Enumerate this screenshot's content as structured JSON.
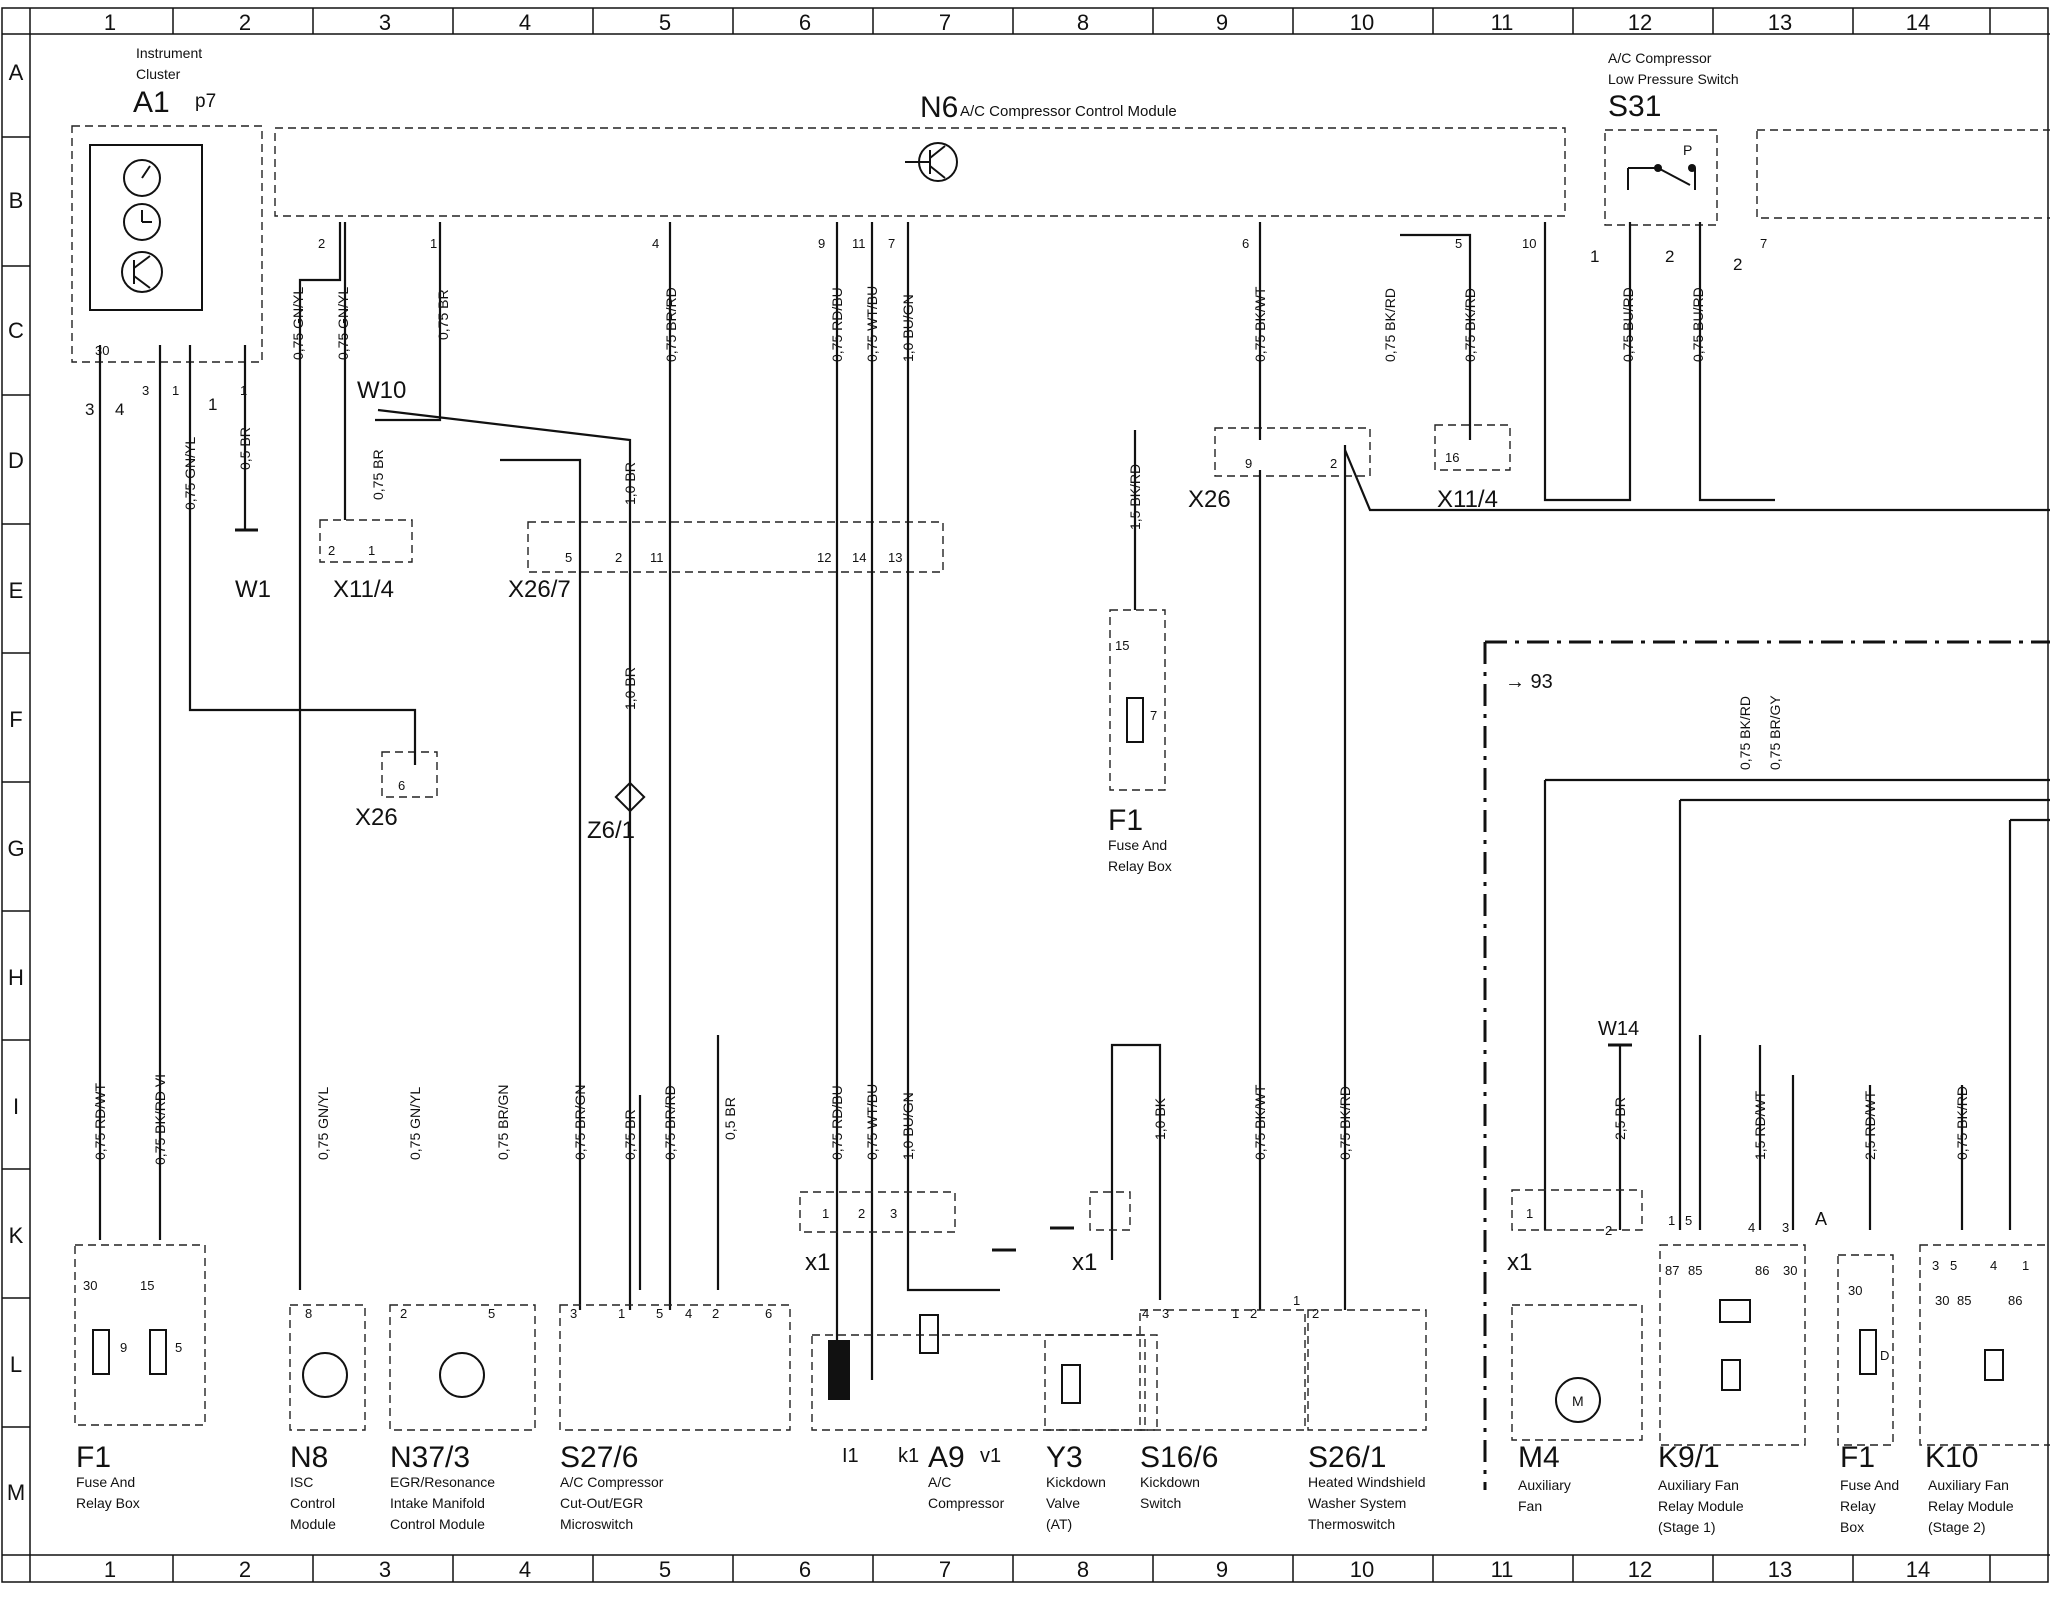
{
  "grid": {
    "columns": [
      "1",
      "2",
      "3",
      "4",
      "5",
      "6",
      "7",
      "8",
      "9",
      "10",
      "11",
      "12",
      "13",
      "14"
    ],
    "rows": [
      "A",
      "B",
      "C",
      "D",
      "E",
      "F",
      "G",
      "H",
      "I",
      "K",
      "L",
      "M"
    ]
  },
  "module": {
    "id": "N6",
    "desc": "A/C Compressor Control Module"
  },
  "header_components": [
    {
      "id": "A1",
      "lines": [
        "Instrument",
        "Cluster"
      ],
      "extra": "p7"
    },
    {
      "id": "S31",
      "lines": [
        "A/C Compressor",
        "Low Pressure Switch"
      ]
    }
  ],
  "connectors": [
    {
      "id": "W10"
    },
    {
      "id": "W1"
    },
    {
      "id": "X11/4"
    },
    {
      "id": "X26/7"
    },
    {
      "id": "X26"
    },
    {
      "id": "X26"
    },
    {
      "id": "Z6/1"
    },
    {
      "id": "X11/4"
    },
    {
      "id": "W14"
    },
    {
      "id": "x1"
    },
    {
      "id": "x1"
    },
    {
      "id": "x1"
    },
    {
      "id": "A"
    },
    {
      "id": "→ 93"
    },
    {
      "id": "F1",
      "lines": [
        "Fuse And",
        "Relay Box"
      ]
    }
  ],
  "bottom_components": [
    {
      "id": "F1",
      "lines": [
        "Fuse And",
        "Relay Box"
      ]
    },
    {
      "id": "N8",
      "lines": [
        "ISC",
        "Control",
        "Module"
      ]
    },
    {
      "id": "N37/3",
      "lines": [
        "EGR/Resonance",
        "Intake Manifold",
        "Control Module"
      ]
    },
    {
      "id": "S27/6",
      "lines": [
        "A/C Compressor",
        "Cut-Out/EGR",
        "Microswitch"
      ]
    },
    {
      "id": "I1",
      "lines": []
    },
    {
      "id": "k1",
      "lines": []
    },
    {
      "id": "A9",
      "lines": [
        "A/C",
        "Compressor"
      ]
    },
    {
      "id": "v1",
      "lines": []
    },
    {
      "id": "Y3",
      "lines": [
        "Kickdown",
        "Valve",
        "(AT)"
      ]
    },
    {
      "id": "S16/6",
      "lines": [
        "Kickdown",
        "Switch"
      ]
    },
    {
      "id": "S26/1",
      "lines": [
        "Heated Windshield",
        "Washer System",
        "Thermoswitch"
      ]
    },
    {
      "id": "M4",
      "lines": [
        "Auxiliary",
        "Fan"
      ]
    },
    {
      "id": "K9/1",
      "lines": [
        "Auxiliary Fan",
        "Relay Module",
        "(Stage 1)"
      ]
    },
    {
      "id": "F1",
      "lines": [
        "Fuse And",
        "Relay",
        "Box"
      ]
    },
    {
      "id": "K10",
      "lines": [
        "Auxiliary Fan",
        "Relay Module",
        "(Stage 2)"
      ]
    }
  ],
  "wires": [
    {
      "label": "0,75 GN/YL"
    },
    {
      "label": "0,75 GN/YL"
    },
    {
      "label": "0,75 BR"
    },
    {
      "label": "0,75 BR/RD"
    },
    {
      "label": "0,75 RD/BU"
    },
    {
      "label": "0,75 WT/BU"
    },
    {
      "label": "1,0 BU/GN"
    },
    {
      "label": "0,75 BK/WT"
    },
    {
      "label": "0,75 BK/RD"
    },
    {
      "label": "0,75 BK/RD"
    },
    {
      "label": "0,75 BU/RD"
    },
    {
      "label": "0,75 BU/RD"
    },
    {
      "label": "0,75 GN/YL"
    },
    {
      "label": "0,5 BR"
    },
    {
      "label": "0,75 BR"
    },
    {
      "label": "1,0 BR"
    },
    {
      "label": "1,0 BR"
    },
    {
      "label": "1,5 BK/RD"
    },
    {
      "label": "0,75 BK/RD"
    },
    {
      "label": "0,75 BR/GY"
    },
    {
      "label": "0,75 RD/WT"
    },
    {
      "label": "0,75 BK/RD VI"
    },
    {
      "label": "0,75 GN/YL"
    },
    {
      "label": "0,75 GN/YL"
    },
    {
      "label": "0,75 BR/GN"
    },
    {
      "label": "0,75 BR/GN"
    },
    {
      "label": "0,75 BR"
    },
    {
      "label": "0,75 BR/RD"
    },
    {
      "label": "0,5 BR"
    },
    {
      "label": "0,75 RD/BU"
    },
    {
      "label": "0,75 WT/BU"
    },
    {
      "label": "1,0 BU/GN"
    },
    {
      "label": "1,0 BK"
    },
    {
      "label": "0,75 BK/WT"
    },
    {
      "label": "0,75 BK/RD"
    },
    {
      "label": "2,5 BR"
    },
    {
      "label": "1,5 RD/WT"
    },
    {
      "label": "2,5 RD/WT"
    },
    {
      "label": "0,75 BK/RD"
    }
  ],
  "pins": [
    "2",
    "1",
    "4",
    "9",
    "11",
    "7",
    "6",
    "5",
    "10",
    "1",
    "2",
    "2",
    "7",
    "30",
    "3",
    "4",
    "3",
    "1",
    "1",
    "1",
    "2",
    "1",
    "5",
    "2",
    "11",
    "12",
    "14",
    "13",
    "9",
    "2",
    "16",
    "15",
    "7",
    "6",
    "30",
    "9",
    "15",
    "5",
    "8",
    "2",
    "5",
    "3",
    "1",
    "5",
    "4",
    "2",
    "6",
    "1",
    "2",
    "3",
    "4",
    "3",
    "1",
    "2",
    "1",
    "2",
    "1",
    "2",
    "1",
    "5",
    "87",
    "85",
    "4",
    "86",
    "3",
    "30",
    "30",
    "D",
    "3",
    "5",
    "4",
    "1",
    "30",
    "85",
    "86"
  ]
}
